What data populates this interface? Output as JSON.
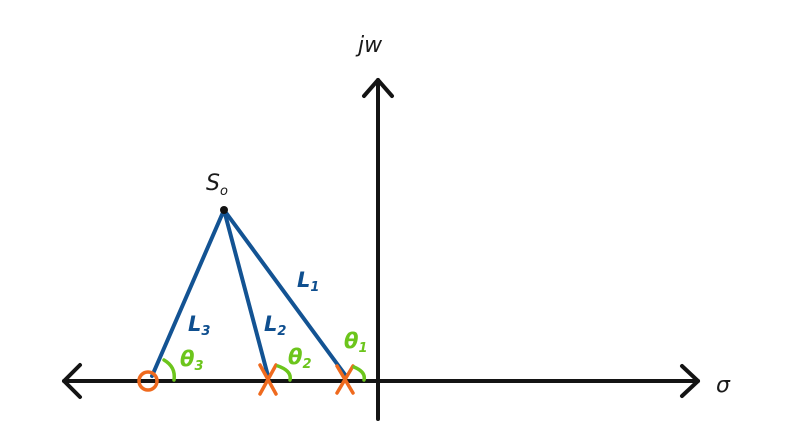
{
  "axes": {
    "vertical_label": "jw",
    "horizontal_label": "σ"
  },
  "point": {
    "label": "S",
    "subscript": "o"
  },
  "vectors": [
    {
      "label": "L",
      "subscript": "1",
      "target": "pole-right"
    },
    {
      "label": "L",
      "subscript": "2",
      "target": "pole-left"
    },
    {
      "label": "L",
      "subscript": "3",
      "target": "zero"
    }
  ],
  "angles": [
    {
      "label": "θ",
      "subscript": "1"
    },
    {
      "label": "θ",
      "subscript": "2"
    },
    {
      "label": "θ",
      "subscript": "3"
    }
  ],
  "colors": {
    "axes": "#141414",
    "vectors": "#135393",
    "angles": "#6cc51c",
    "poles_zeros": "#ef6a1e"
  },
  "markers": {
    "zero_symbol": "circle",
    "pole_symbol": "x"
  }
}
